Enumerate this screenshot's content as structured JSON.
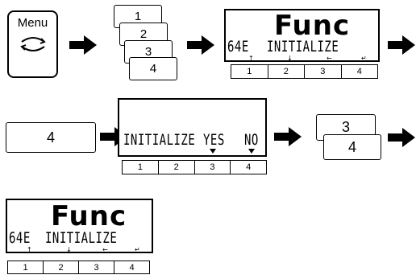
{
  "menu_key": {
    "label": "Menu",
    "icon": "cycle-arrows-icon"
  },
  "card_stack": [
    "1",
    "2",
    "3",
    "4"
  ],
  "display_1": {
    "title": "Func",
    "left_text": "64E",
    "center_text": "INITIALIZE",
    "markers": [
      "↑",
      "↓",
      "←",
      "↵"
    ],
    "buttons": [
      "1",
      "2",
      "3",
      "4"
    ]
  },
  "key_4": {
    "label": "4"
  },
  "display_2": {
    "prompt": "INITIALIZE",
    "yes": "YES",
    "no": "NO",
    "buttons": [
      "1",
      "2",
      "3",
      "4"
    ]
  },
  "card_pair": [
    "3",
    "4"
  ],
  "display_3": {
    "title": "Func",
    "left_text": "64E",
    "center_text": "INITIALIZE",
    "markers": [
      "↑",
      "↓",
      "←",
      "↵"
    ],
    "buttons": [
      "1",
      "2",
      "3",
      "4"
    ]
  }
}
